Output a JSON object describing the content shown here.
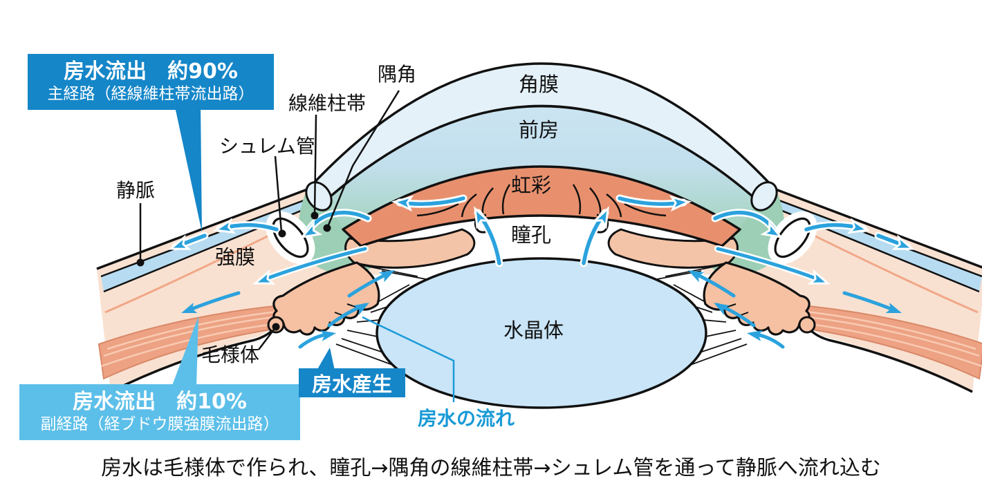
{
  "figure": {
    "caption": "房水は毛様体で作られ、瞳孔→隅角の線維柱帯→シュレム管を通って静脈へ流れ込む"
  },
  "labels": {
    "cornea": "角膜",
    "anterior_chamber": "前房",
    "iris": "虹彩",
    "pupil": "瞳孔",
    "lens": "水晶体",
    "angle": "隅角",
    "trabecular_meshwork": "線維柱帯",
    "schlemm_canal": "シュレム管",
    "vein": "静脈",
    "sclera": "強膜",
    "ciliary_body": "毛様体",
    "aqueous_flow": "房水の流れ"
  },
  "callouts": {
    "main_outflow": {
      "title": "房水流出　約90%",
      "subtitle": "主経路（経線維柱帯流出路）"
    },
    "secondary_outflow": {
      "title": "房水流出　約10%",
      "subtitle": "副経路（経ブドウ膜強膜流出路）"
    },
    "production": {
      "label": "房水産生"
    }
  },
  "colors": {
    "main_outflow_box": "#1586C8",
    "secondary_outflow_box": "#5CBFE9",
    "production_box": "#1586C8",
    "flow_arrow": "#2BA2DD",
    "flow_label_text": "#189AD6",
    "cornea_fill": "#E4F1F9",
    "anterior_chamber_top": "#CCE4F2",
    "anterior_chamber_green": "#9FD0B8",
    "iris_fill": "#E8906E",
    "iris_light_fill": "#F4C4A8",
    "lens_fill": "#C9E5F7",
    "sclera_fill": "#F9E1D1",
    "ciliary_muscle_fill": "#EDA284",
    "vein_channel_fill": "#B7DCF2",
    "outline": "#111111"
  }
}
